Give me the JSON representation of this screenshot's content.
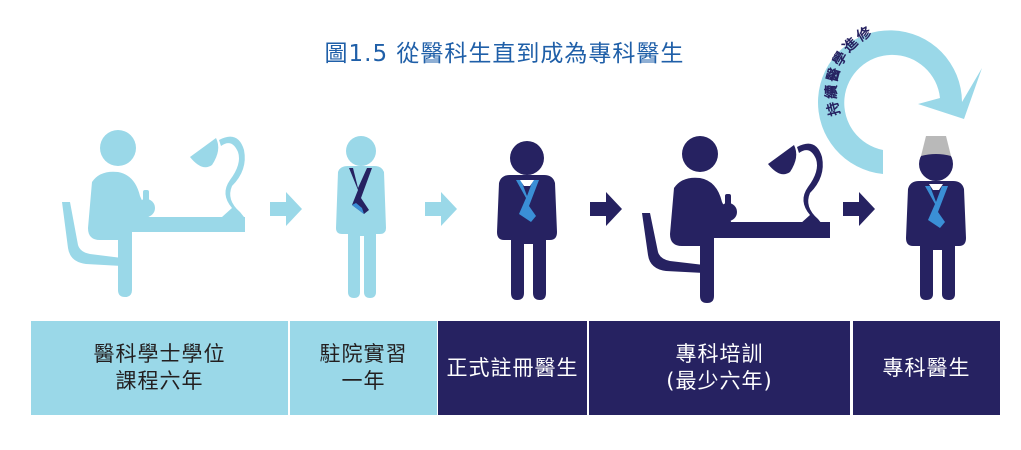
{
  "title": "圖1.5 從醫科生直到成為專科醫生",
  "cycle_label": "持續醫學進修",
  "colors": {
    "light": "#9ad8e8",
    "dark": "#262261",
    "title": "#1f5fa8",
    "cap": "#b9b9b9"
  },
  "stages": [
    {
      "lines": [
        "醫科學士學位",
        "課程六年"
      ],
      "style": "light"
    },
    {
      "lines": [
        "駐院實習",
        "一年"
      ],
      "style": "light"
    },
    {
      "lines": [
        "正式註冊醫生"
      ],
      "style": "dark"
    },
    {
      "lines": [
        "專科培訓",
        "(最少六年)"
      ],
      "style": "dark"
    },
    {
      "lines": [
        "專科醫生"
      ],
      "style": "dark"
    }
  ],
  "icons": [
    {
      "name": "student-at-desk-icon",
      "color": "light"
    },
    {
      "name": "arrow-right-icon",
      "color": "light"
    },
    {
      "name": "intern-with-lanyard-icon",
      "color": "light"
    },
    {
      "name": "arrow-right-icon",
      "color": "light"
    },
    {
      "name": "registered-doctor-icon",
      "color": "dark"
    },
    {
      "name": "arrow-right-icon",
      "color": "dark"
    },
    {
      "name": "trainee-at-desk-icon",
      "color": "dark"
    },
    {
      "name": "arrow-right-icon",
      "color": "dark"
    },
    {
      "name": "specialist-with-cap-icon",
      "color": "dark"
    },
    {
      "name": "circular-arrow-icon",
      "color": "light"
    }
  ]
}
